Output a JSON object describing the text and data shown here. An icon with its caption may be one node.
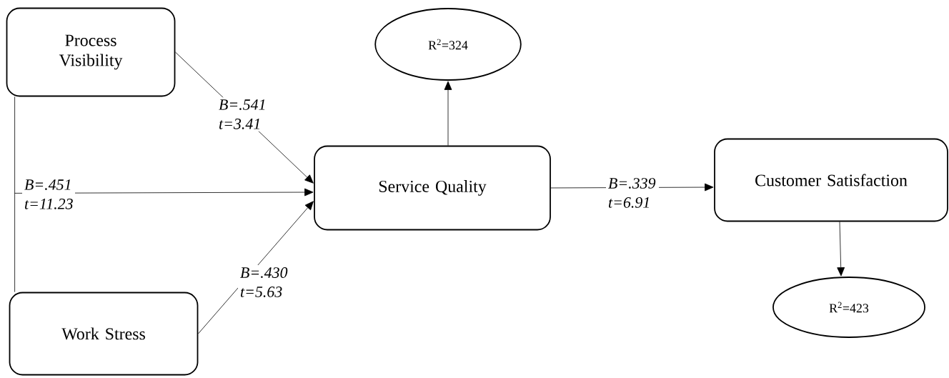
{
  "diagram": {
    "nodes": [
      {
        "text": [
          "Process Visibility"
        ]
      },
      {
        "text": [
          "Work Stress"
        ]
      },
      {
        "text": [
          "Service Quality"
        ]
      },
      {
        "text": [
          "R$^{2}$=324"
        ]
      },
      {
        "text": [
          "Customer Satisfaction"
        ]
      },
      {
        "text": [
          "R$^{2}$=423"
        ]
      }
    ],
    "edges": [
      {
        "from": 0,
        "to": 2,
        "arrow": "to",
        "label": "B=.541 t=3.41"
      },
      {
        "from": 1,
        "to": 2,
        "arrow": "to",
        "label": "B=.430 t=5.63"
      },
      {
        "from": 0,
        "to": 2,
        "arrow": "to",
        "label": "B=.451 t=11.23"
      },
      {
        "from": 1,
        "to": 2,
        "arrow": "to"
      },
      {
        "from": 2,
        "to": 3,
        "arrow": "to"
      },
      {
        "from": 2,
        "to": 4,
        "arrow": "to",
        "label": "B=.339 t=6.91"
      },
      {
        "from": 4,
        "to": 5,
        "arrow": "to"
      }
    ]
  }
}
